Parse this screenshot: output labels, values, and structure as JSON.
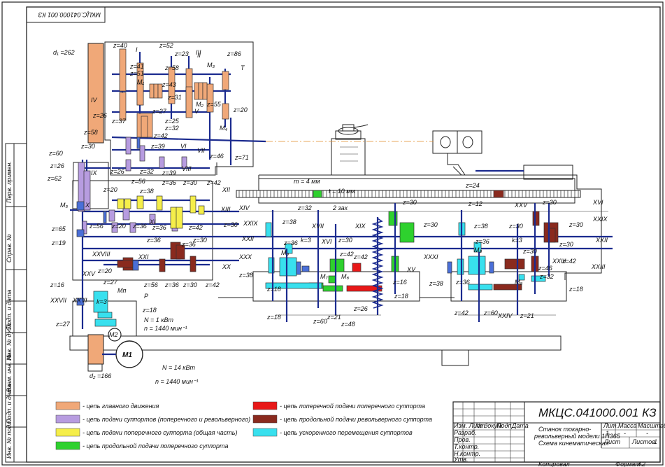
{
  "colors": {
    "main": "#f0a878",
    "feed": "#b79ce0",
    "cross_common": "#f5ee4a",
    "long_cross": "#2ed12e",
    "cross_feed": "#e81818",
    "long_turret": "#8a2a1e",
    "rapid": "#38e0ee",
    "blue": "#4a6fd8",
    "lines": "#1b2b8f"
  },
  "stamp": "МКЦС.041000.001 КЗ",
  "title_block": {
    "code": "МКЦС.041000.001 КЗ",
    "name1": "Станок токарно-",
    "name2": "револьверный модели 1П365",
    "name3": "Схема кинематическая",
    "col_lit": "Лит.",
    "col_mass": "Масса",
    "col_scale": "Масштаб",
    "dash1": "-",
    "dash2": "-",
    "sheet": "Лист",
    "sheets": "Листов",
    "one": "1",
    "row_izm": "Изм. Лист",
    "row_doc": "№ докум.",
    "row_sign": "Подп.",
    "row_date": "Дата",
    "row_razr": "Разраб.",
    "row_prov": "Пров.",
    "row_tkontr": "Т.контр.",
    "row_nkontr": "Н.контр.",
    "row_utv": "Утв.",
    "bottom_copy": "Копировал",
    "bottom_format": "Формат",
    "bottom_a": "A2"
  },
  "legend": [
    {
      "label": "- цепь главного движения",
      "key": "main"
    },
    {
      "label": "- цепь подачи суппортов (поперечного и револьверного)",
      "key": "feed"
    },
    {
      "label": "- цепь подачи поперечного суппорта (общая часть)",
      "key": "cross_common"
    },
    {
      "label": "- цепь продольной подачи поперечного суппорта",
      "key": "long_cross"
    },
    {
      "label": "- цепь поперечной подачи поперечного суппорта",
      "key": "cross_feed"
    },
    {
      "label": "- цепь продольной подачи револьверного суппорта",
      "key": "long_turret"
    },
    {
      "label": "- цепь ускоренного перемещения суппортов",
      "key": "rapid"
    }
  ],
  "side_strip": {
    "a": "Перв. примен.",
    "b": "Справ. №",
    "c": "Подп. и дата",
    "d": "Инв. № дубл.",
    "e": "Взам. инв. №",
    "f": "Подп. и дата",
    "g": "Инв. № подл."
  },
  "labels": {
    "d1": "d₁ =262",
    "d2": "d₂ =166",
    "m4": "m = 4 мм",
    "t10": "t = 10 мм",
    "twozah": "2 зах",
    "motor1": "M1",
    "motor2": "M2",
    "n1_pow": "N = 14 кВт",
    "n1_rpm": "n = 1440 мин⁻¹",
    "n2_pow": "N = 1 кВт",
    "n2_rpm": "n = 1440 мин⁻¹",
    "s_I": "I",
    "s_II": "II",
    "s_III": "III",
    "s_IV": "IV",
    "s_V": "V",
    "s_VI": "VI",
    "s_VII": "VII",
    "s_VIII": "VIII",
    "s_IX": "IX",
    "s_X": "X",
    "s_XI": "XI",
    "s_XII": "XII",
    "s_XIII": "XIII",
    "s_XIV": "XIV",
    "s_XV": "XV",
    "s_XVI": "XVI",
    "s_XVII": "XVII",
    "s_XIX": "XIX",
    "s_XX": "XX",
    "s_XXI": "XXI",
    "s_XXII": "XXII",
    "s_XXIII": "XXIII",
    "s_XXIV": "XXIV",
    "s_XXV": "XXV",
    "s_XXVI": "XXVI",
    "s_XXVII": "XXVII",
    "s_XXVIII": "XXVIII",
    "s_XXIX": "XXIX",
    "s_XXX": "XXX",
    "s_XXXI": "XXXI",
    "s_XVI_r": "XVI",
    "s_XXIX_r": "XXIX",
    "s_XXII_r": "XXII",
    "s_XXIII_r": "XXIII",
    "M1c": "M₁",
    "M2c": "M₂",
    "M3c": "M₃",
    "M4c": "M₄",
    "M5c": "M₅",
    "M6c": "M₆",
    "M7c": "M₇",
    "M8c": "M₈",
    "M9c": "M₉",
    "MPc": "Mп",
    "Pc": "P",
    "Tc": "T",
    "z40": "z=40",
    "z52": "z=52",
    "z41": "z=41",
    "z51": "z=51",
    "z23": "z=23",
    "z58a": "z=58",
    "z43": "z=43",
    "z86": "z=86",
    "z26": "z=26",
    "z37": "z=37",
    "z27": "z=27",
    "z31": "z=31",
    "z55": "z=55",
    "z20": "z=20",
    "z25": "z=25",
    "z32": "z=32",
    "z58": "z=58",
    "z42": "z=42",
    "z39": "z=39",
    "z46": "z=46",
    "z71": "z=71",
    "z30": "z=30",
    "z60": "z=60",
    "z62": "z=62",
    "z65": "z=65",
    "z56": "z=56",
    "z36": "z=36",
    "z38": "z=38",
    "z19": "z=19",
    "z16": "z=16",
    "z18": "z=18",
    "z21": "z=21",
    "z24": "z=24",
    "z48": "z=48",
    "z12": "z=12",
    "z26b": "z=26",
    "z60b": "z=60",
    "z21b": "z=21",
    "z18b": "z=18",
    "z42b": "z=42",
    "z36b": "z=36",
    "z30b": "z=30",
    "z46b": "z=46",
    "z32b": "z=32",
    "k3": "k=3",
    "k3b": "k=3",
    "k3c": "k=3"
  }
}
